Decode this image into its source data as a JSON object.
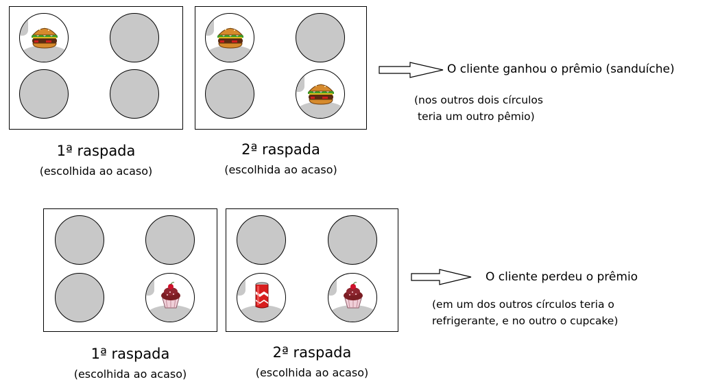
{
  "scenario_won": {
    "card_1": {
      "caption": "1ª raspada",
      "subcaption": "(escolhida ao acaso)",
      "spots": [
        {
          "state": "revealed",
          "prize": "hamburger-icon"
        },
        {
          "state": "covered"
        },
        {
          "state": "covered"
        },
        {
          "state": "covered"
        }
      ]
    },
    "card_2": {
      "caption": "2ª raspada",
      "subcaption": "(escolhida ao acaso)",
      "spots": [
        {
          "state": "revealed",
          "prize": "hamburger-icon"
        },
        {
          "state": "covered"
        },
        {
          "state": "covered"
        },
        {
          "state": "revealed",
          "prize": "hamburger-icon"
        }
      ]
    },
    "result": "O cliente ganhou o prêmio (sanduíche)",
    "note_lines": [
      "(nos outros dois círculos",
      "teria um outro pêmio)"
    ]
  },
  "scenario_lost": {
    "card_1": {
      "caption": "1ª raspada",
      "subcaption": "(escolhida ao acaso)",
      "spots": [
        {
          "state": "covered"
        },
        {
          "state": "covered"
        },
        {
          "state": "covered"
        },
        {
          "state": "revealed",
          "prize": "cupcake-icon"
        }
      ]
    },
    "card_2": {
      "caption": "2ª raspada",
      "subcaption": "(escolhida ao acaso)",
      "spots": [
        {
          "state": "covered"
        },
        {
          "state": "covered"
        },
        {
          "state": "revealed",
          "prize": "soda-can-icon"
        },
        {
          "state": "revealed",
          "prize": "cupcake-icon"
        }
      ]
    },
    "result": "O cliente perdeu o prêmio",
    "note_lines": [
      "(em um dos outros círculos teria o",
      "refrigerante, e no outro o cupcake)"
    ]
  },
  "colors": {
    "scratch_gray": "#c8c8c8",
    "bun": "#d68a2c",
    "lettuce": "#3f9a2a",
    "patty": "#5a2a12",
    "can_red": "#d81e1e",
    "cupcake_top": "#7a1d23",
    "cherry": "#d0102a",
    "liner": "#f0cfd8"
  }
}
